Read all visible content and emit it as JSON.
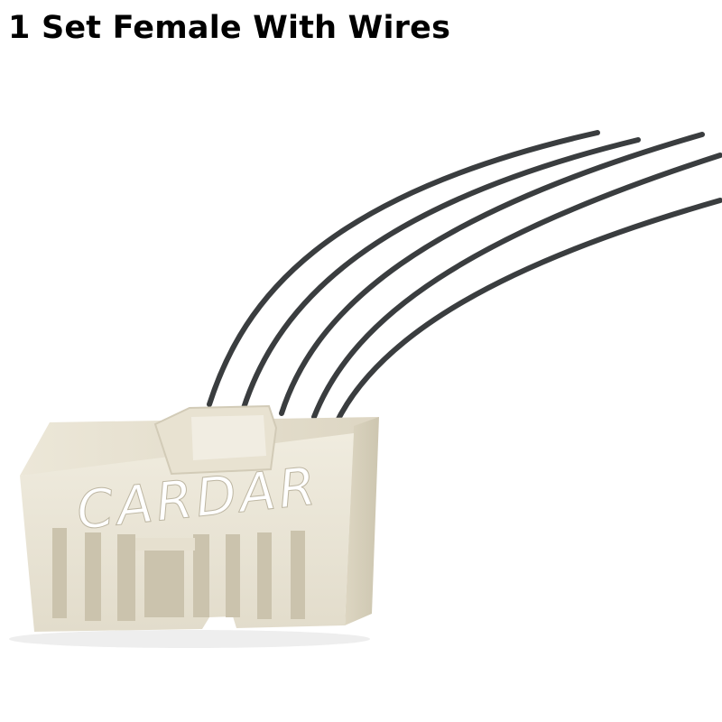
{
  "title": "1 Set Female With Wires",
  "watermark": "CARDAR",
  "colors": {
    "background": "#ffffff",
    "title_text": "#000000",
    "wire": "#3a3d3f",
    "housing": "#ebe6d6",
    "housing_shadow": "#cfc8b3",
    "watermark_fill": "#ffffff"
  },
  "product": {
    "wire_count": 5
  }
}
